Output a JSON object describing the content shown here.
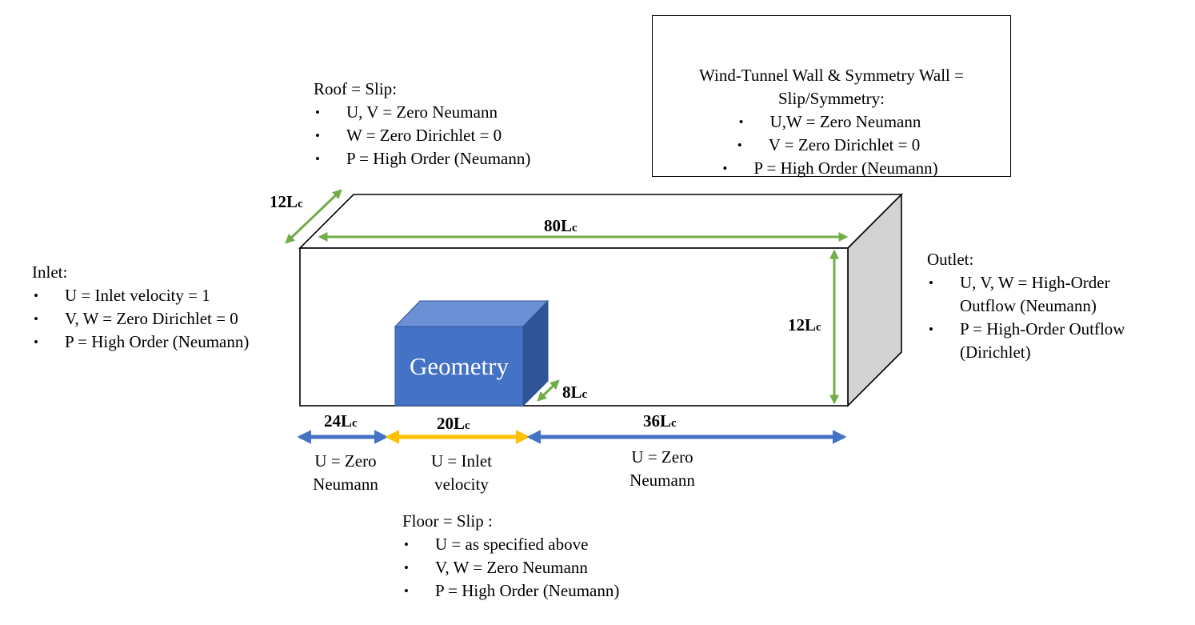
{
  "roof": {
    "title": "Roof = Slip:",
    "items": [
      "U, V = Zero Neumann",
      "W = Zero Dirichlet = 0",
      "P = High Order (Neumann)"
    ]
  },
  "wall_note": {
    "title_line1": "Wind-Tunnel Wall & Symmetry Wall =",
    "title_line2": "Slip/Symmetry:",
    "items": [
      "U,W = Zero Neumann",
      "V = Zero Dirichlet = 0",
      "P = High Order (Neumann)"
    ]
  },
  "inlet": {
    "title": "Inlet:",
    "items": [
      "U = Inlet velocity = 1",
      "V, W = Zero Dirichlet = 0",
      "P = High Order (Neumann)"
    ]
  },
  "outlet": {
    "title": "Outlet:",
    "items": [
      {
        "line1": "U, V, W = High-Order",
        "line2": "Outflow (Neumann)"
      },
      {
        "line1": "P = High-Order Outflow",
        "line2": "(Dirichlet)"
      }
    ]
  },
  "floor": {
    "title": "Floor = Slip :",
    "items": [
      "U = as specified above",
      "V, W = Zero Neumann",
      "P = High Order (Neumann)"
    ]
  },
  "geometry_label": "Geometry",
  "dimensions": {
    "depth": {
      "value": "12L",
      "sub": "c"
    },
    "length": {
      "value": "80L",
      "sub": "c"
    },
    "height": {
      "value": "12L",
      "sub": "c"
    },
    "geom_depth": {
      "value": "8L",
      "sub": "c"
    },
    "upstream": {
      "value": "24L",
      "sub": "c"
    },
    "geom_zone": {
      "value": "20L",
      "sub": "c"
    },
    "downstream": {
      "value": "36L",
      "sub": "c"
    }
  },
  "floor_zones": {
    "upstream": {
      "line1": "U = Zero",
      "line2": "Neumann"
    },
    "geom_zone": {
      "line1": "U = Inlet",
      "line2": "velocity"
    },
    "downstream": {
      "line1": "U = Zero",
      "line2": "Neumann"
    }
  },
  "colors": {
    "green": "#70ad47",
    "blue_arrow": "#4472c4",
    "yellow_arrow": "#ffc000",
    "geom_front": "#4472c4",
    "geom_top": "#6b90d6",
    "geom_side": "#2f5597",
    "tunnel_side": "#d3d3d3"
  }
}
